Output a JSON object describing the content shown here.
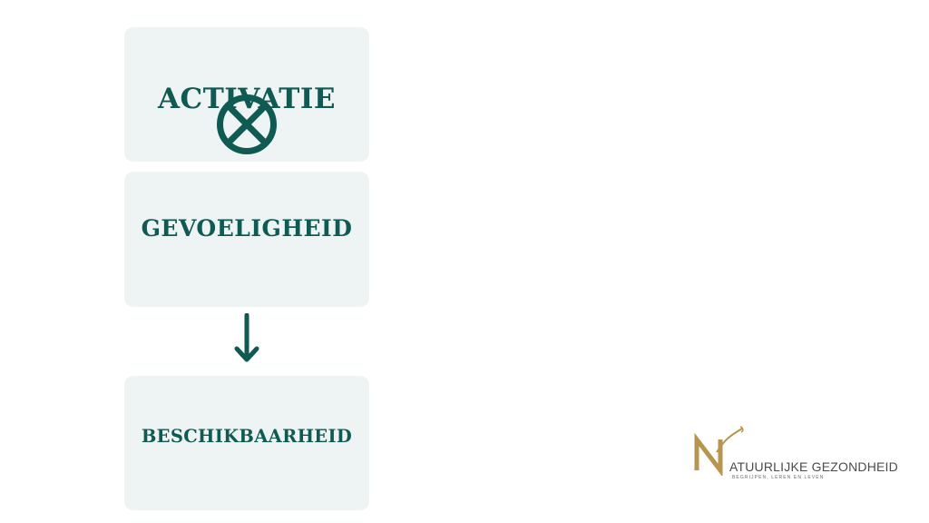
{
  "diagram": {
    "steps": [
      {
        "label": "ACTIVATIE",
        "marker": "x-circle-icon"
      },
      {
        "label": "GEVOELIGHEID"
      },
      {
        "label": "BESCHIKBAARHEID"
      }
    ],
    "connector_icon": "arrow-down-icon"
  },
  "logo": {
    "initial": "N",
    "name": "ATUURLIJKE GEZONDHEID",
    "tagline": "BEGRIJPEN, LEREN EN LEVEN"
  },
  "colors": {
    "primary": "#0f5a52",
    "box_background": "#eef3f3",
    "logo_gold": "#b8954e",
    "logo_text": "#4b4b4b"
  }
}
